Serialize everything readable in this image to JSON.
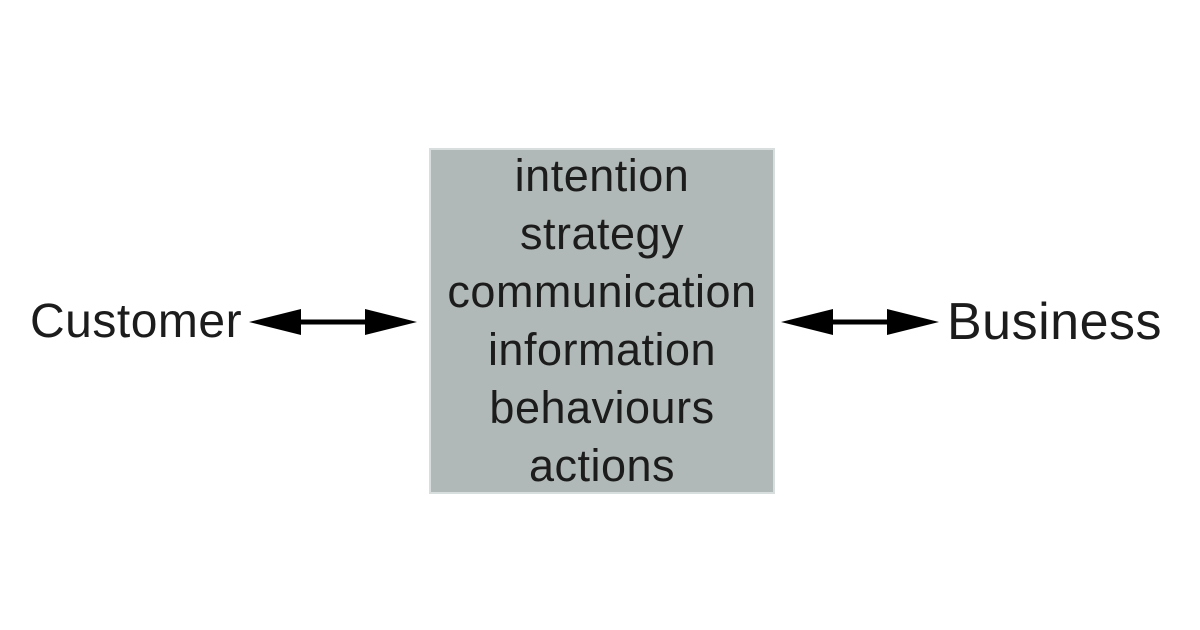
{
  "diagram": {
    "left_label": "Customer",
    "right_label": "Business",
    "box": {
      "items": [
        "intention",
        "strategy",
        "communication",
        "information",
        "behaviours",
        "actions"
      ],
      "fill_color": "#b0b9b7"
    },
    "arrows": {
      "left_arrow": "double-headed",
      "right_arrow": "double-headed",
      "color": "#000000"
    },
    "colors": {
      "background": "#ffffff",
      "text": "#1c1c1c"
    }
  }
}
